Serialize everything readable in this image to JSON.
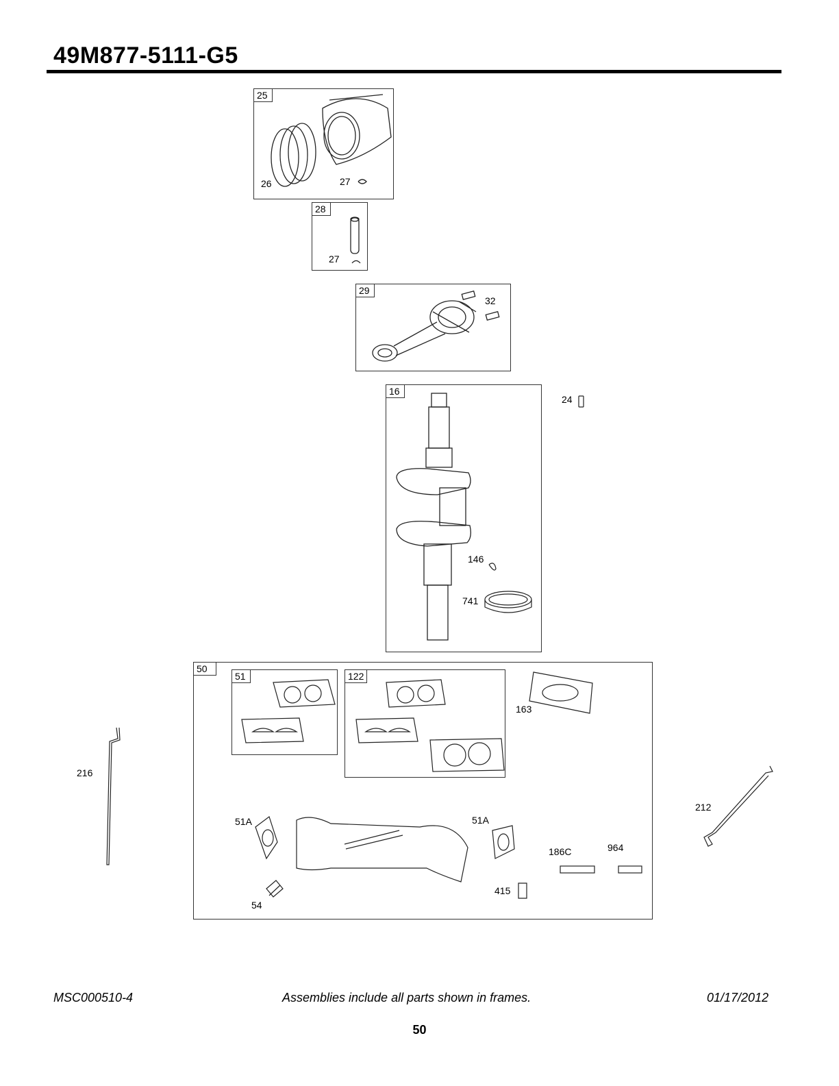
{
  "header": {
    "title": "49M877-5111-G5"
  },
  "frames": {
    "piston": {
      "tag": "25",
      "labels": [
        "26",
        "27"
      ]
    },
    "pin": {
      "tag": "28",
      "labels": [
        "27"
      ]
    },
    "rod": {
      "tag": "29",
      "labels": [
        "32"
      ]
    },
    "crank": {
      "tag": "16",
      "labels": [
        "146",
        "741"
      ]
    },
    "gasket_set": {
      "tag": "50"
    },
    "gasket_51": {
      "tag": "51"
    },
    "gasket_122": {
      "tag": "122"
    }
  },
  "loose_labels": {
    "key": "24",
    "gasket_163": "163",
    "rod_216": "216",
    "tube_212": "212",
    "flange_left": "51A",
    "flange_right": "51A",
    "screw": "54",
    "fitting": "186C",
    "plug": "415",
    "hose": "964"
  },
  "footer": {
    "left": "MSC000510-4",
    "center": "Assemblies include all parts shown in frames.",
    "right": "01/17/2012",
    "page": "50"
  }
}
